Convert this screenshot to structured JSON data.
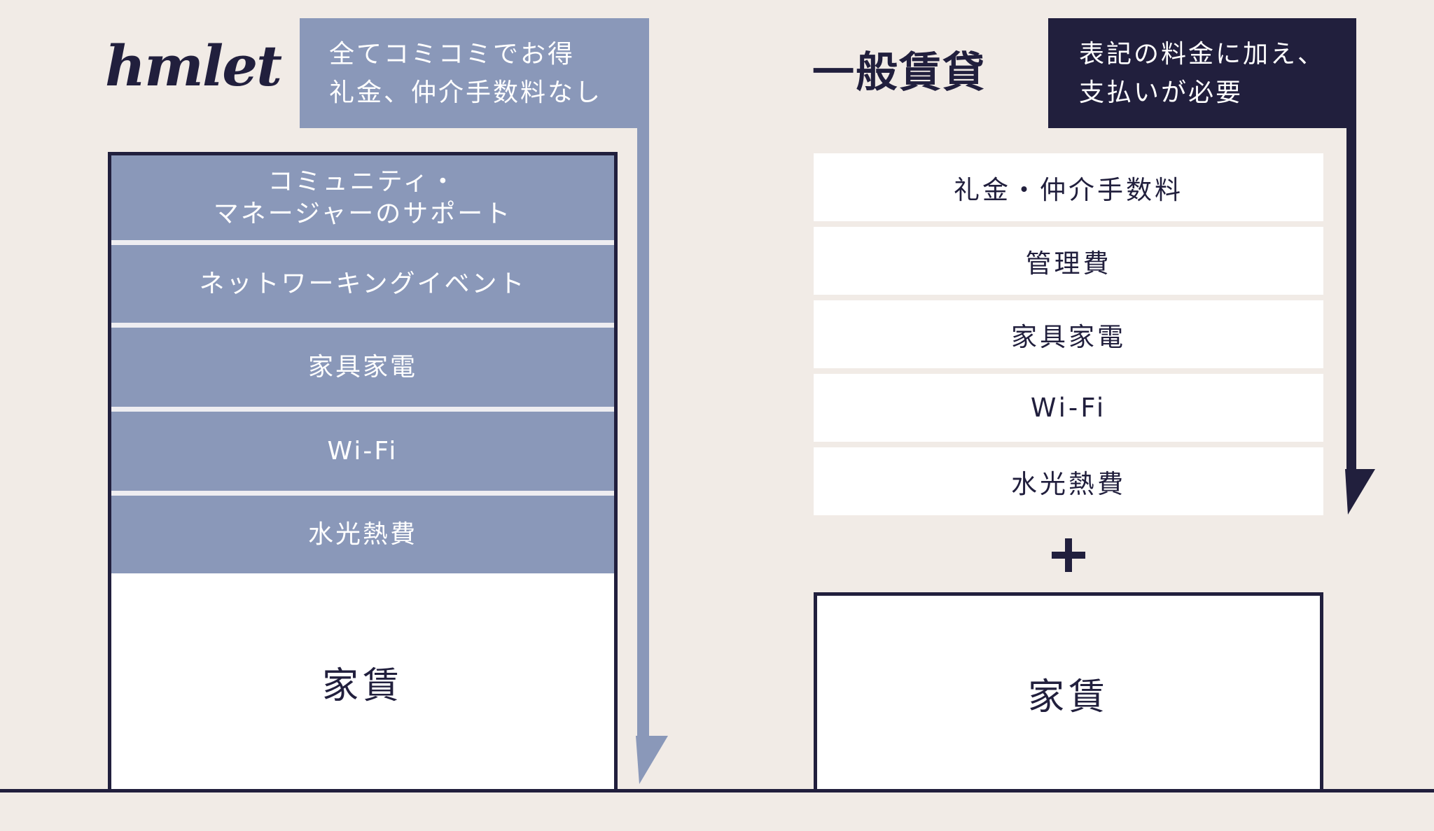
{
  "brand": {
    "logo": "hmlet"
  },
  "hmlet": {
    "callout": [
      "全てコミコミでお得",
      "礼金、仲介手数料なし"
    ],
    "included_items": [
      [
        "コミュニティ・",
        "マネージャーのサポート"
      ],
      [
        "ネットワーキングイベント"
      ],
      [
        "家具家電"
      ],
      [
        "Wi-Fi"
      ],
      [
        "水光熱費"
      ]
    ],
    "rent": "家賃"
  },
  "general": {
    "title": "一般賃貸",
    "callout": [
      "表記の料金に加え、",
      "支払いが必要"
    ],
    "extra_items": [
      "礼金・仲介手数料",
      "管理費",
      "家具家電",
      "Wi-Fi",
      "水光熱費"
    ],
    "plus_icon": "plus-icon",
    "rent": "家賃"
  },
  "icons": {
    "hmlet_arrow": "down-arrow-icon",
    "general_arrow": "down-arrow-icon"
  },
  "colors": {
    "background": "#f1ebe6",
    "accent": "#8a98b9",
    "navy": "#211f3d",
    "white": "#ffffff"
  }
}
